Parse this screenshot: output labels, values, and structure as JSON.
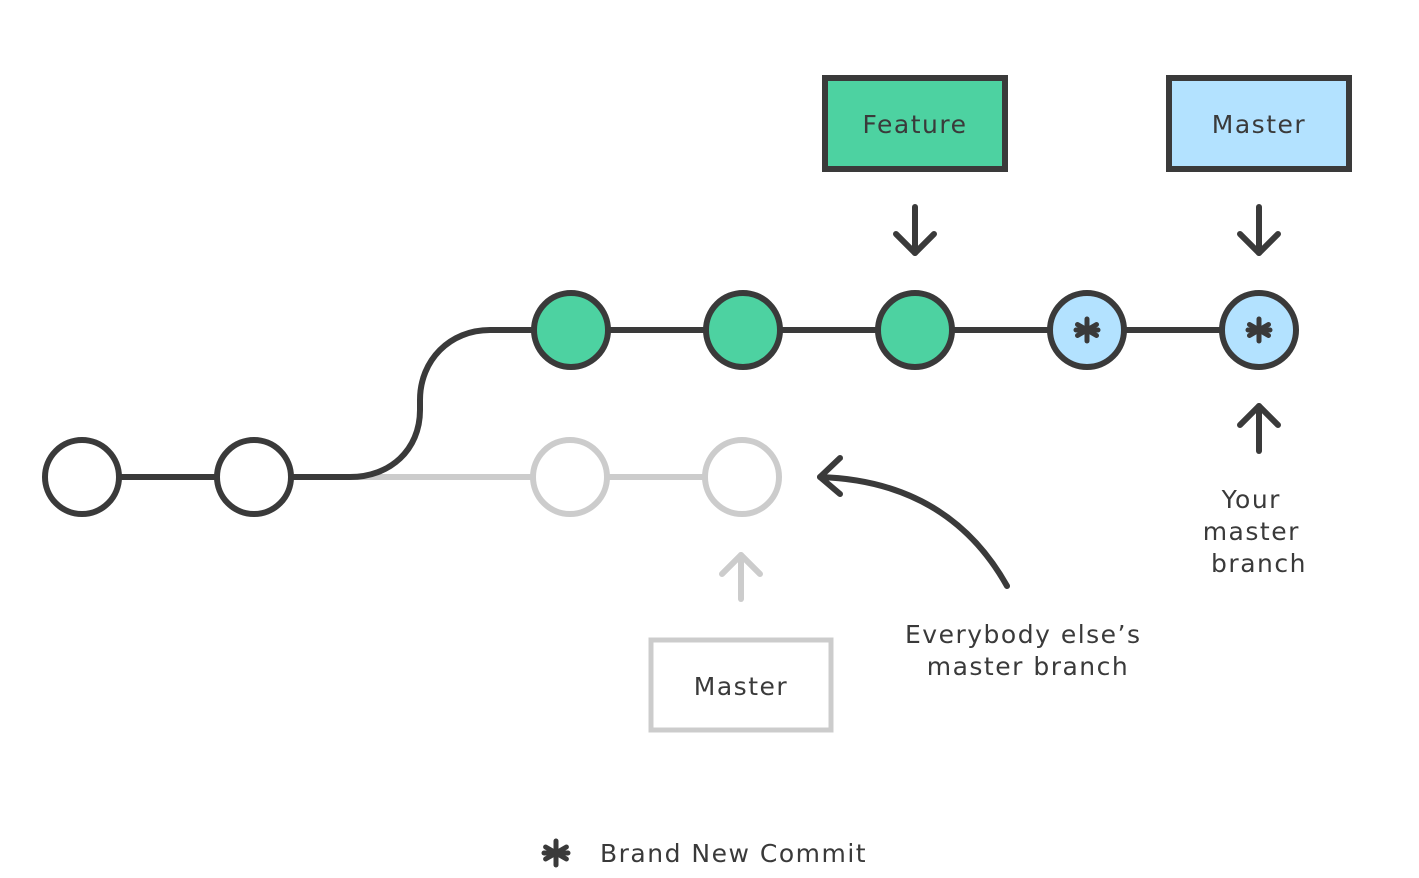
{
  "colors": {
    "dark": "#3a3a3a",
    "faded": "#cccccc",
    "feature": "#4dd2a1",
    "master_new": "#b3e2ff",
    "background": "#ffffff"
  },
  "labels": {
    "feature_tag": "Feature",
    "master_tag_top": "Master",
    "master_tag_bottom": "Master",
    "your_master": [
      "Your",
      "master",
      "branch"
    ],
    "everybody_master": [
      "Everybody else’s",
      "master branch"
    ],
    "legend": "Brand New Commit"
  },
  "icons": {
    "new_commit_marker": "asterisk-icon",
    "pointer": "arrow-icon"
  }
}
